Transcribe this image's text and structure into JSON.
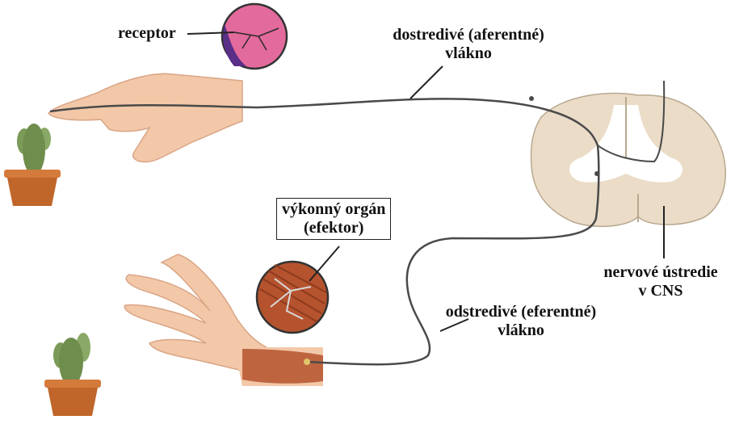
{
  "labels": {
    "receptor": "receptor",
    "afferent_line1": "dostredivé (aferentné)",
    "afferent_line2": "vlákno",
    "effector_line1": "výkonný orgán",
    "effector_line2": "(efektor)",
    "center_line1": "nervové ústredie",
    "center_line2": "v CNS",
    "efferent_line1": "odstredivé (eferentné)",
    "efferent_line2": "vlákno"
  },
  "colors": {
    "nerve": "#4a4a4a",
    "skin": "#f2c8a8",
    "spinal_cord": "#eadcc7",
    "grey_matter": "#ffffff",
    "cactus": "#7c9a58",
    "pot": "#c0662a",
    "receptor_tissue": "#e36a9c",
    "muscle": "#b5532e"
  }
}
